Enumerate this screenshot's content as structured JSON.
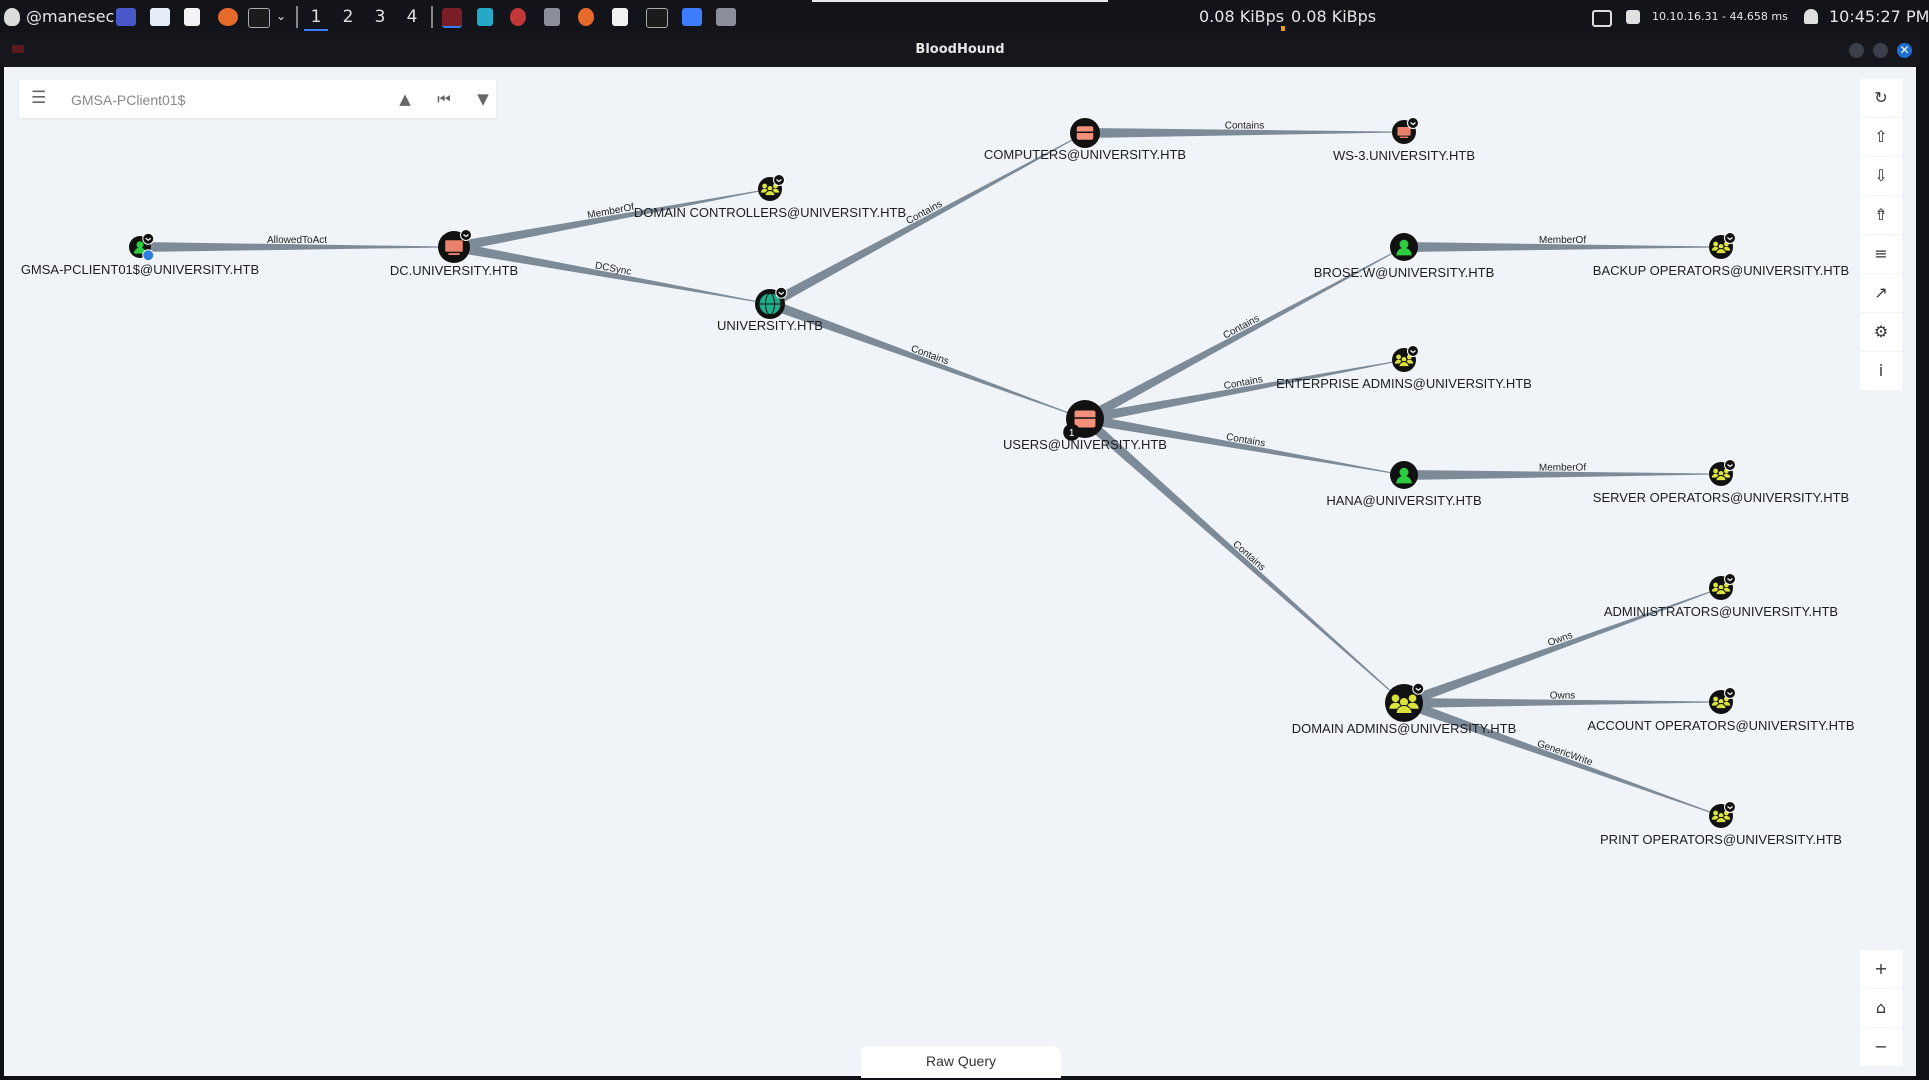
{
  "taskbar": {
    "user": "@manesec",
    "workspaces": [
      "1",
      "2",
      "3",
      "4"
    ],
    "net_down": "0.08 KiBps",
    "net_up": "0.08 KiBps",
    "vpn": "10.10.16.31 - 44.658 ms",
    "clock": "10:45:27 PM"
  },
  "window": {
    "title": "BloodHound"
  },
  "search": {
    "value": "GMSA-PClient01$"
  },
  "raw_query": {
    "label": "Raw Query"
  },
  "right_toolbar": [
    "refresh-icon",
    "upload-icon",
    "download-icon",
    "import-icon",
    "query-list-icon",
    "chart-icon",
    "settings-icon",
    "info-icon"
  ],
  "zoom_toolbar": [
    "zoom-in-icon",
    "home-icon",
    "zoom-out-icon"
  ],
  "graph": {
    "nodes": [
      {
        "id": "gmsa",
        "label": "GMSA-PCLIENT01$@UNIVERSITY.HTB",
        "kind": "user-owned"
      },
      {
        "id": "dc",
        "label": "DC.UNIVERSITY.HTB",
        "kind": "computer"
      },
      {
        "id": "dcs",
        "label": "DOMAIN CONTROLLERS@UNIVERSITY.HTB",
        "kind": "group"
      },
      {
        "id": "univ",
        "label": "UNIVERSITY.HTB",
        "kind": "domain"
      },
      {
        "id": "computers",
        "label": "COMPUTERS@UNIVERSITY.HTB",
        "kind": "container"
      },
      {
        "id": "ws3",
        "label": "WS-3.UNIVERSITY.HTB",
        "kind": "computer"
      },
      {
        "id": "users",
        "label": "USERS@UNIVERSITY.HTB",
        "kind": "container",
        "badge": "1"
      },
      {
        "id": "brose",
        "label": "BROSE.W@UNIVERSITY.HTB",
        "kind": "user"
      },
      {
        "id": "backup",
        "label": "BACKUP OPERATORS@UNIVERSITY.HTB",
        "kind": "group"
      },
      {
        "id": "ea",
        "label": "ENTERPRISE ADMINS@UNIVERSITY.HTB",
        "kind": "group"
      },
      {
        "id": "hana",
        "label": "HANA@UNIVERSITY.HTB",
        "kind": "user"
      },
      {
        "id": "serverops",
        "label": "SERVER OPERATORS@UNIVERSITY.HTB",
        "kind": "group"
      },
      {
        "id": "da",
        "label": "DOMAIN ADMINS@UNIVERSITY.HTB",
        "kind": "group"
      },
      {
        "id": "admins",
        "label": "ADMINISTRATORS@UNIVERSITY.HTB",
        "kind": "group"
      },
      {
        "id": "acctops",
        "label": "ACCOUNT OPERATORS@UNIVERSITY.HTB",
        "kind": "group"
      },
      {
        "id": "printops",
        "label": "PRINT OPERATORS@UNIVERSITY.HTB",
        "kind": "group"
      }
    ],
    "edges": [
      {
        "from": "gmsa",
        "to": "dc",
        "label": "AllowedToAct"
      },
      {
        "from": "dc",
        "to": "dcs",
        "label": "MemberOf"
      },
      {
        "from": "dc",
        "to": "univ",
        "label": "DCSync"
      },
      {
        "from": "univ",
        "to": "computers",
        "label": "Contains"
      },
      {
        "from": "computers",
        "to": "ws3",
        "label": "Contains"
      },
      {
        "from": "univ",
        "to": "users",
        "label": "Contains"
      },
      {
        "from": "users",
        "to": "brose",
        "label": "Contains"
      },
      {
        "from": "brose",
        "to": "backup",
        "label": "MemberOf"
      },
      {
        "from": "users",
        "to": "ea",
        "label": "Contains"
      },
      {
        "from": "users",
        "to": "hana",
        "label": "Contains"
      },
      {
        "from": "hana",
        "to": "serverops",
        "label": "MemberOf"
      },
      {
        "from": "users",
        "to": "da",
        "label": "Contains"
      },
      {
        "from": "da",
        "to": "admins",
        "label": "Owns"
      },
      {
        "from": "da",
        "to": "acctops",
        "label": "Owns"
      },
      {
        "from": "da",
        "to": "printops",
        "label": "GenericWrite"
      }
    ]
  },
  "colors": {
    "canvas": "#f0f3f7",
    "edge": "#7d8a97",
    "group": "#dbe23a",
    "user": "#2ecc40",
    "computer": "#e8806a",
    "container": "#f3907a",
    "domain": "#1fae8a"
  }
}
